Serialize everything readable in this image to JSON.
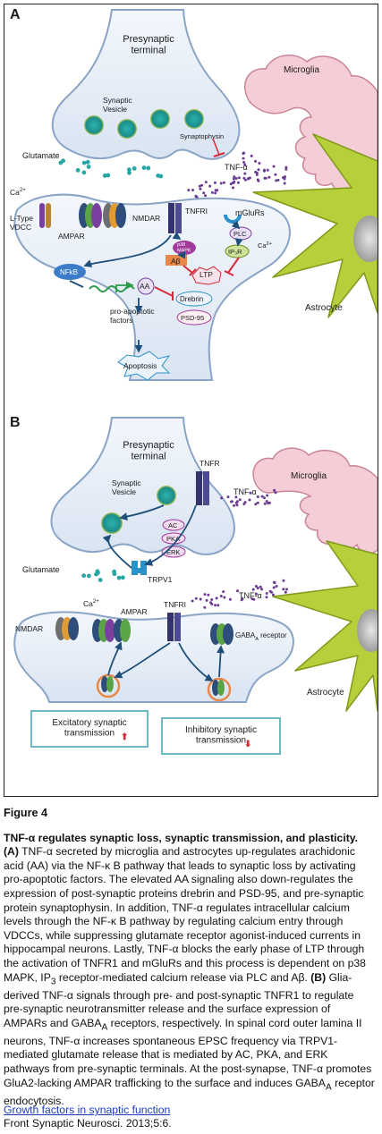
{
  "figure": {
    "panel_a": {
      "label": "A",
      "presynaptic": "Presynaptic\nterminal",
      "synaptic_vesicle": "Synaptic\nVesicle",
      "synaptophysin": "Synaptophysin",
      "glutamate": "Glutamate",
      "tnf_a": "TNF-α",
      "microglia": "Microglia",
      "astrocyte": "Astrocyte",
      "ca": "Ca",
      "ca_sup": "2+",
      "ltype": "L-Type\nVDCC",
      "ampar": "AMPAR",
      "nmdar": "NMDAR",
      "tnfri": "TNFRI",
      "mglurs": "mGluRs",
      "plc": "PLC",
      "p38": "p38\nMAPK",
      "ip3r": "IP₃R",
      "abeta": "Aβ",
      "ltp": "LTP",
      "nfkb": "NFkB",
      "aa": "AA",
      "drebrin": "Drebrin",
      "psd95": "PSD-95",
      "proapoptotic": "pro-apoptotic\nfactors",
      "apoptosis": "Apoptosis"
    },
    "panel_b": {
      "label": "B",
      "presynaptic": "Presynaptic\nterminal",
      "synaptic_vesicle": "Synaptic\nVesicle",
      "tnfr": "TNFR",
      "tnf_a": "TNF-α",
      "microglia": "Microglia",
      "ac": "AC",
      "pka": "PKA",
      "erk": "ERK",
      "glutamate": "Glutamate",
      "trpv1": "TRPV1",
      "tnf_a2": "TNF-α",
      "ca": "Ca",
      "ca_sup": "2+",
      "nmdar": "NMDAR",
      "ampar": "AMPAR",
      "tnfri": "TNFRI",
      "gaba_receptor": "GABA",
      "gaba_sub": "A",
      "gaba_suffix": " receptor",
      "astrocyte": "Astrocyte",
      "excitatory": "Excitatory synaptic\ntransmission",
      "inhibitory": "Inhibitory synaptic\ntransmission"
    },
    "colors": {
      "membrane": "#e4ecf6",
      "membrane_edge": "#8aa4c6",
      "microglia": "#f4cdd6",
      "astrocyte": "#b7cf3a",
      "vesicle": "#27a7a4",
      "tnf_dots": "#6a3d91",
      "inhibit": "#d42b3b",
      "arrow": "#1e4f7a"
    }
  },
  "caption": {
    "figure_label": "Figure 4",
    "title": "TNF-α regulates synaptic loss, synaptic transmission, and plasticity.",
    "label_a": "(A)",
    "text_a": "TNF-α secreted by microglia and astrocytes up-regulates arachidonic acid (AA) via the NF-κ B pathway that leads to synaptic loss by activating pro-apoptotic factors. The elevated AA signaling also down-regulates the expression of post-synaptic proteins drebrin and PSD-95, and pre-synaptic protein synaptophysin. In addition, TNF-α regulates intracellular calcium levels through the NF-κ B pathway by regulating calcium entry through VDCCs, while suppressing glutamate receptor agonist-induced currents in hippocampal neurons. Lastly, TNF-α blocks the early phase of LTP through the activation of TNFR1 and mGluRs and this process is dependent on p38 MAPK, IP",
    "text_a_sub": "3",
    "text_a2": " receptor-mediated calcium release via PLC and Aβ.",
    "label_b": "(B)",
    "text_b1": "Glia-derived TNF-α signals through pre- and post-synaptic TNFR1 to regulate pre-synaptic neurotransmitter release and the surface expression of AMPARs and GABA",
    "text_b1_sub": "A",
    "text_b2": " receptors, respectively. In spinal cord outer lamina II neurons, TNF-α increases spontaneous EPSC frequency via TRPV1-mediated glutamate release that is mediated by AC, PKA, and ERK pathways from pre-synaptic terminals. At the post-synapse, TNF-α promotes GluA2-lacking AMPAR trafficking to the surface and induces GABA",
    "text_b2_sub": "A",
    "text_b3": " receptor endocytosis."
  },
  "source": {
    "link": "Growth factors in synaptic function",
    "citation": "Front Synaptic Neurosci. 2013;5:6."
  }
}
